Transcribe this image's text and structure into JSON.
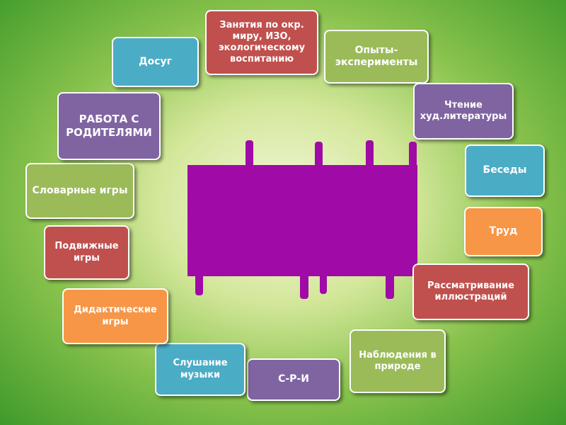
{
  "nodes": [
    {
      "id": "zanyatiya",
      "label": "Занятия по окр. миру, ИЗО, экологическому воспитанию",
      "color": "#c0504d",
      "font": 13
    },
    {
      "id": "opyty",
      "label": "Опыты-эксперименты",
      "color": "#9bbb59",
      "font": 14
    },
    {
      "id": "chtenie",
      "label": "Чтение худ.литературы",
      "color": "#8064a2",
      "font": 13
    },
    {
      "id": "besedy",
      "label": "Беседы",
      "color": "#4bacc6",
      "font": 14
    },
    {
      "id": "trud",
      "label": "Труд",
      "color": "#f79646",
      "font": 14
    },
    {
      "id": "rassmatrivanie",
      "label": "Рассматривание иллюстраций",
      "color": "#c0504d",
      "font": 13
    },
    {
      "id": "nablyudeniya",
      "label": "Наблюдения в природе",
      "color": "#9bbb59",
      "font": 13
    },
    {
      "id": "sri",
      "label": "С-Р-И",
      "color": "#8064a2",
      "font": 14
    },
    {
      "id": "slushanie",
      "label": "Слушание музыки",
      "color": "#4bacc6",
      "font": 13
    },
    {
      "id": "didakticheskie",
      "label": "Дидактические игры",
      "color": "#f79646",
      "font": 13
    },
    {
      "id": "podvizhnye",
      "label": "Подвижные игры",
      "color": "#c0504d",
      "font": 13
    },
    {
      "id": "slovarnye",
      "label": "Словарные игры",
      "color": "#9bbb59",
      "font": 14
    },
    {
      "id": "rabota",
      "label": "РАБОТА С РОДИТЕЛЯМИ",
      "color": "#8064a2",
      "font": 15
    },
    {
      "id": "dosug",
      "label": "Досуг",
      "color": "#4bacc6",
      "font": 14
    }
  ],
  "center": {
    "color": "#a00aa6"
  }
}
